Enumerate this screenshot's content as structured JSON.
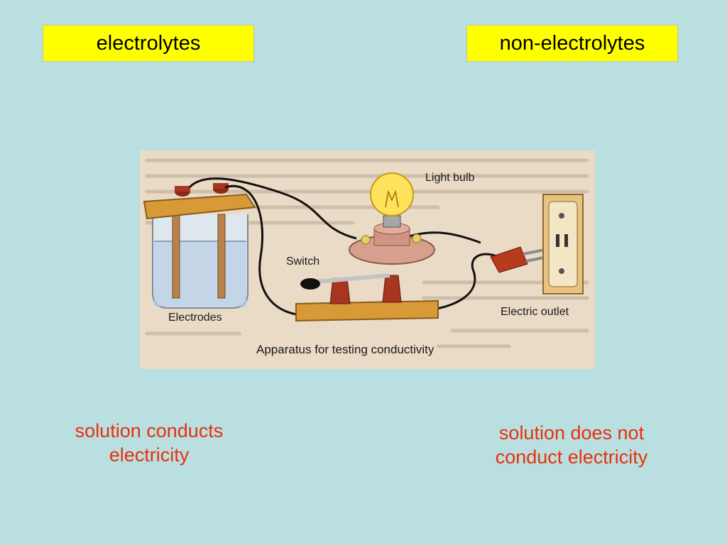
{
  "slide": {
    "labels": {
      "left": "electrolytes",
      "right": "non-electrolytes"
    },
    "captions": {
      "left": [
        "solution conducts",
        "electricity"
      ],
      "right": [
        "solution does not",
        "conduct electricity"
      ]
    }
  },
  "figure": {
    "light_bulb": "Light bulb",
    "switch": "Switch",
    "electrodes": "Electrodes",
    "electric_outlet": "Electric outlet",
    "caption": "Apparatus for testing conductivity"
  },
  "colors": {
    "background": "#b9dfe0",
    "label_fill": "#ffff00",
    "caption_text": "#e8300c"
  }
}
